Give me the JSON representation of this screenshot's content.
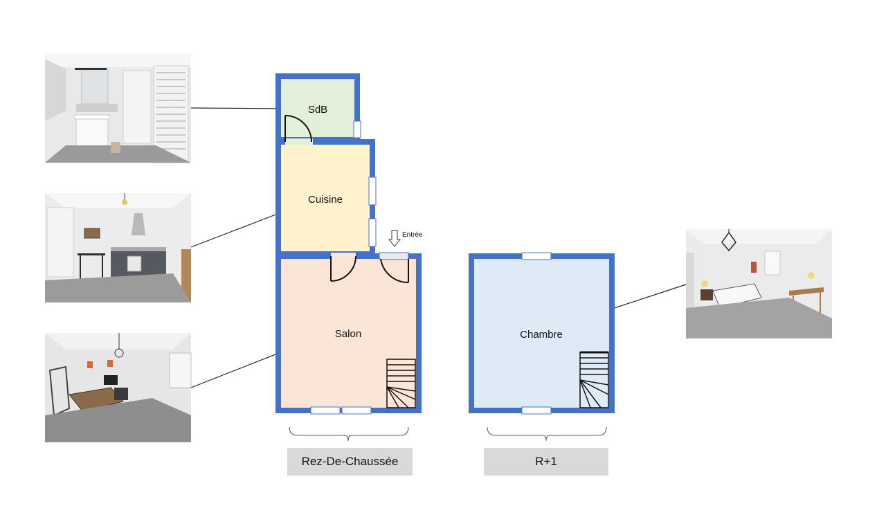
{
  "rooms": {
    "sdb": "SdB",
    "cuisine": "Cuisine",
    "salon": "Salon",
    "chambre": "Chambre"
  },
  "entrance_label": "Entrée",
  "levels": {
    "ground": "Rez-De-Chaussée",
    "first": "R+1"
  },
  "colors": {
    "wall": "#4472c4",
    "sdb": "#e2efd9",
    "cuisine": "#fff2cc",
    "salon": "#fbe5d6",
    "chambre": "#deebf7",
    "level_box": "#d9d9d9"
  },
  "photos": [
    {
      "name": "photo-sdb",
      "room": "SdB"
    },
    {
      "name": "photo-cuisine",
      "room": "Cuisine"
    },
    {
      "name": "photo-salon",
      "room": "Salon"
    },
    {
      "name": "photo-chambre",
      "room": "Chambre"
    }
  ]
}
